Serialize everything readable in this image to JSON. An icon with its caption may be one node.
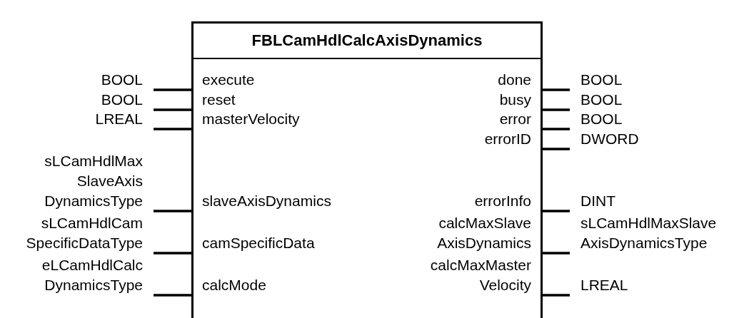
{
  "diagram": {
    "nodes": [
      {
        "text": [
          "FBLCamHdlCalcAxisDynamics"
        ]
      },
      {
        "text": [
          "BOOL"
        ]
      },
      {
        "text": [
          "execute"
        ],
        "in": 0
      },
      {
        "text": [
          "done"
        ],
        "in": 0
      },
      {
        "text": [
          "BOOL"
        ]
      },
      {
        "text": [
          "BOOL"
        ]
      },
      {
        "text": [
          "reset"
        ],
        "in": 0
      },
      {
        "text": [
          "busy"
        ],
        "in": 0
      },
      {
        "text": [
          "BOOL"
        ]
      },
      {
        "text": [
          "LREAL"
        ]
      },
      {
        "text": [
          "masterVelocity"
        ],
        "in": 0
      },
      {
        "text": [
          "error"
        ],
        "in": 0
      },
      {
        "text": [
          "BOOL"
        ]
      },
      {
        "text": [
          "errorID"
        ],
        "in": 0
      },
      {
        "text": [
          "DWORD"
        ]
      },
      {
        "text": [
          "sLCamHdlMax SlaveAxis DynamicsType"
        ]
      },
      {
        "text": [
          "slaveAxisDynamics"
        ],
        "in": 0
      },
      {
        "text": [
          "errorInfo"
        ],
        "in": 0
      },
      {
        "text": [
          "DINT"
        ]
      },
      {
        "text": [
          "sLCamHdlCam SpecificDataType"
        ]
      },
      {
        "text": [
          "camSpecificData"
        ],
        "in": 0
      },
      {
        "text": [
          "calcMaxSlave AxisDynamics"
        ],
        "in": 0
      },
      {
        "text": [
          "sLCamHdlMaxSlave AxisDynamicsType"
        ]
      },
      {
        "text": [
          "eLCamHdlCalc DynamicsType"
        ]
      },
      {
        "text": [
          "calcMode"
        ],
        "in": 0
      },
      {
        "text": [
          "calcMaxMaster Velocity"
        ],
        "in": 0
      },
      {
        "text": [
          "LREAL"
        ]
      }
    ],
    "edges": [
      {
        "from": 1,
        "to": 2,
        "arrow": "none"
      },
      {
        "from": 3,
        "to": 4,
        "arrow": "none"
      },
      {
        "from": 5,
        "to": 6,
        "arrow": "none"
      },
      {
        "from": 7,
        "to": 8,
        "arrow": "none"
      },
      {
        "from": 9,
        "to": 10,
        "arrow": "none"
      },
      {
        "from": 11,
        "to": 12,
        "arrow": "none"
      },
      {
        "from": 13,
        "to": 14,
        "arrow": "none"
      },
      {
        "from": 15,
        "to": 16,
        "arrow": "none"
      },
      {
        "from": 17,
        "to": 18,
        "arrow": "none"
      },
      {
        "from": 19,
        "to": 20,
        "arrow": "none"
      },
      {
        "from": 21,
        "to": 22,
        "arrow": "none"
      },
      {
        "from": 23,
        "to": 24,
        "arrow": "none"
      },
      {
        "from": 25,
        "to": 26,
        "arrow": "none"
      }
    ]
  }
}
